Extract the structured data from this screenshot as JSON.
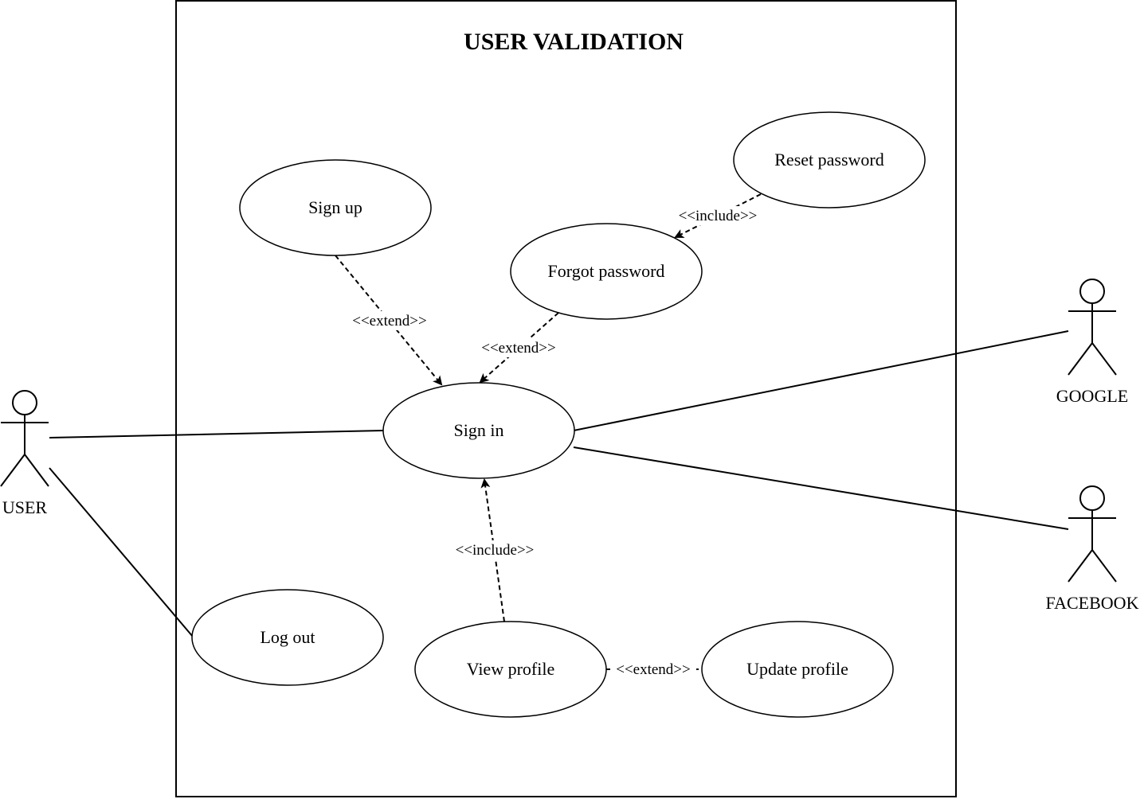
{
  "system": {
    "title": "USER VALIDATION"
  },
  "actors": {
    "user": "USER",
    "google": "GOOGLE",
    "facebook": "FACEBOOK"
  },
  "use_cases": {
    "sign_up": "Sign up",
    "reset_password": "Reset password",
    "forgot_password": "Forgot password",
    "sign_in": "Sign in",
    "log_out": "Log out",
    "view_profile": "View profile",
    "update_profile": "Update profile"
  },
  "relations": {
    "signup_signin": "<<extend>>",
    "forgot_signin": "<<extend>>",
    "reset_forgot": "<<include>>",
    "view_signin": "<<include>>",
    "view_update": "<<extend>>"
  }
}
